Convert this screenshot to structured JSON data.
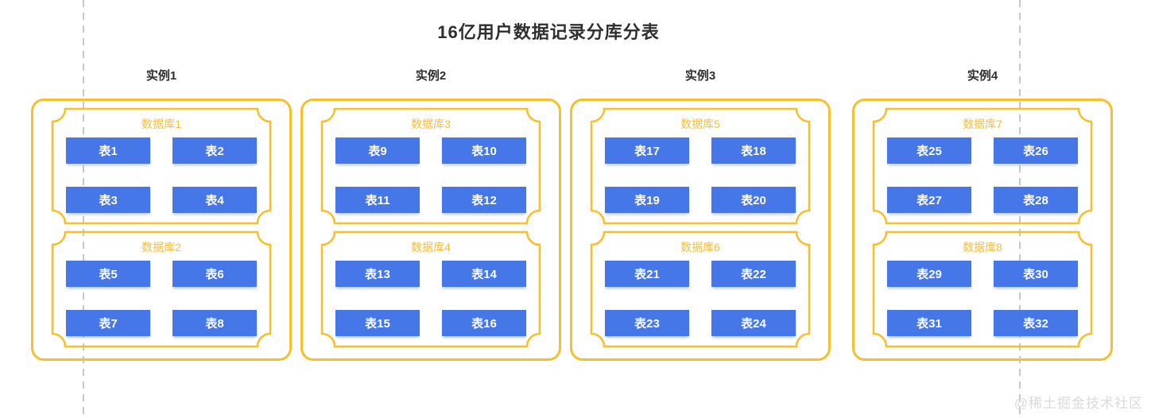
{
  "title": "16亿用户数据记录分库分表",
  "watermark": "@稀土掘金技术社区",
  "colors": {
    "gold_border": "#f7be2d",
    "gold_label": "#f9bd3a",
    "table_blue": "#4677e9",
    "table_text": "#ffffff",
    "heading_ink": "#2f2f2f",
    "dash_gray": "#c7c7c7",
    "watermark_gray": "#dadada"
  },
  "instances": [
    {
      "label": "实例1",
      "databases": [
        {
          "label": "数据库1",
          "tables": [
            "表1",
            "表2",
            "表3",
            "表4"
          ]
        },
        {
          "label": "数据库2",
          "tables": [
            "表5",
            "表6",
            "表7",
            "表8"
          ]
        }
      ]
    },
    {
      "label": "实例2",
      "databases": [
        {
          "label": "数据库3",
          "tables": [
            "表9",
            "表10",
            "表11",
            "表12"
          ]
        },
        {
          "label": "数据库4",
          "tables": [
            "表13",
            "表14",
            "表15",
            "表16"
          ]
        }
      ]
    },
    {
      "label": "实例3",
      "databases": [
        {
          "label": "数据库5",
          "tables": [
            "表17",
            "表18",
            "表19",
            "表20"
          ]
        },
        {
          "label": "数据库6",
          "tables": [
            "表21",
            "表22",
            "表23",
            "表24"
          ]
        }
      ]
    },
    {
      "label": "实例4",
      "databases": [
        {
          "label": "数据库7",
          "tables": [
            "表25",
            "表26",
            "表27",
            "表28"
          ]
        },
        {
          "label": "数据库8",
          "tables": [
            "表29",
            "表30",
            "表31",
            "表32"
          ]
        }
      ]
    }
  ]
}
